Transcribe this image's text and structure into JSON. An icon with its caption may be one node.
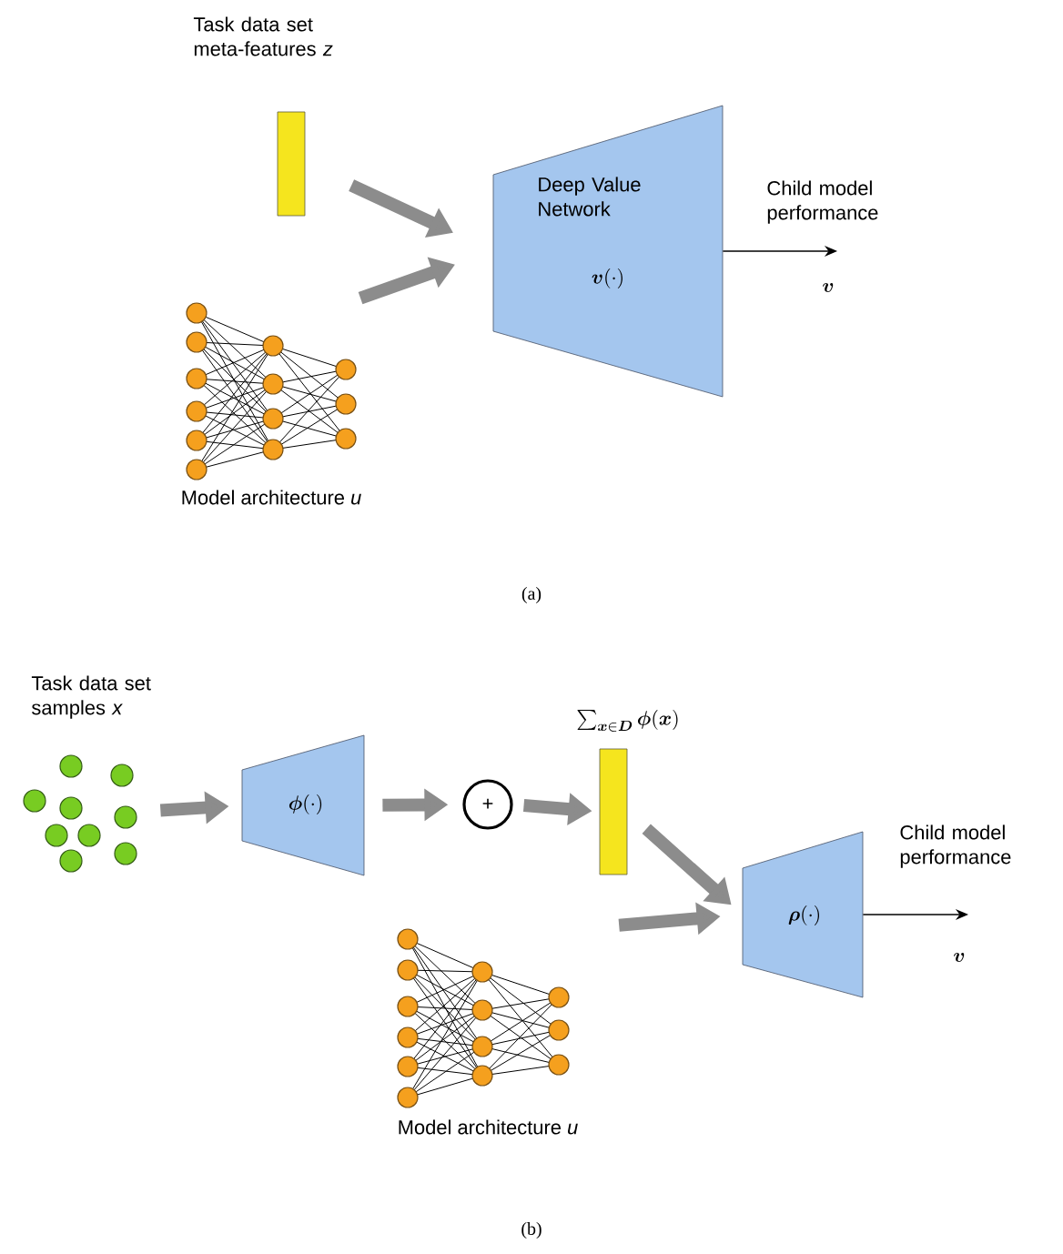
{
  "diagram": {
    "nodes": [
      {
        "text": [
          "Task data set meta-features *z*"
        ]
      },
      {
        "text": [
          "Model architecture *u*"
        ]
      },
      {
        "text": [
          "Deep Value Network",
          "\\boldsymbol{v}(\\cdot)"
        ]
      },
      {
        "text": [
          "Child model performance",
          "\\boldsymbol{v}"
        ]
      },
      {
        "text": [
          "Task data set samples *x*"
        ]
      },
      {
        "text": [
          "\\boldsymbol{\\phi}(\\cdot)"
        ]
      },
      {
        "text": [
          "+"
        ]
      },
      {
        "text": [
          "\\sum_{\\boldsymbol{x}\\in \\boldsymbol{D}}\\boldsymbol{\\phi}(\\boldsymbol{x})"
        ]
      },
      {
        "text": [
          "Model architecture *u*"
        ]
      },
      {
        "text": [
          "\\boldsymbol{\\rho}(\\cdot)"
        ]
      },
      {
        "text": [
          "Child model performance",
          "\\boldsymbol{v}"
        ]
      }
    ],
    "edges": [
      {
        "from": 0,
        "to": 2,
        "arrow": "to"
      },
      {
        "from": 1,
        "to": 2,
        "arrow": "to"
      },
      {
        "from": 2,
        "to": 3,
        "arrow": "to",
        "color": "#000000"
      },
      {
        "from": 4,
        "to": 5,
        "arrow": "to"
      },
      {
        "from": 5,
        "to": 6,
        "arrow": "to"
      },
      {
        "from": 6,
        "to": 7,
        "arrow": "to"
      },
      {
        "from": 7,
        "to": 9,
        "arrow": "to"
      },
      {
        "from": 8,
        "to": 9,
        "arrow": "to"
      },
      {
        "from": 9,
        "to": 10,
        "arrow": "to",
        "color": "#000000"
      }
    ],
    "labels": [
      "(a)",
      "(b)"
    ]
  }
}
